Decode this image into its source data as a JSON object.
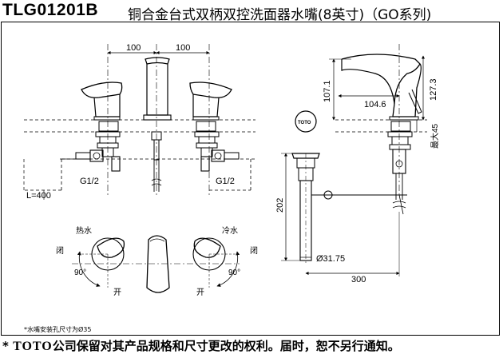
{
  "header": {
    "model": "TLG01201B",
    "description": "铜合金台式双柄双控洗面器水嘴(8英寸)（GO系列)"
  },
  "dimensions": {
    "spacing_left": "100",
    "spacing_right": "100",
    "thread_left": "G1/2",
    "thread_right": "G1/2",
    "hose_length": "L=400",
    "spout_height": "107.1",
    "spout_reach": "104.6",
    "total_height": "127.3",
    "max_deck": "最大45",
    "drain_height": "202",
    "drain_diameter": "Ø31.75",
    "rod_length": "300"
  },
  "labels": {
    "hot": "热水",
    "cold": "冷水",
    "closed_left": "闭",
    "closed_right": "闭",
    "open_left": "开",
    "open_right": "开",
    "angle_left": "90°",
    "angle_right": "90°",
    "drain_cap": "TOTO"
  },
  "notes": {
    "hole": "*水嘴安装孔尺寸为Ø35"
  },
  "footer": {
    "star": "*",
    "brand": "TOTO",
    "text": "公司保留对其产品规格和尺寸更改的权利。届时，恕不另行通知。"
  }
}
